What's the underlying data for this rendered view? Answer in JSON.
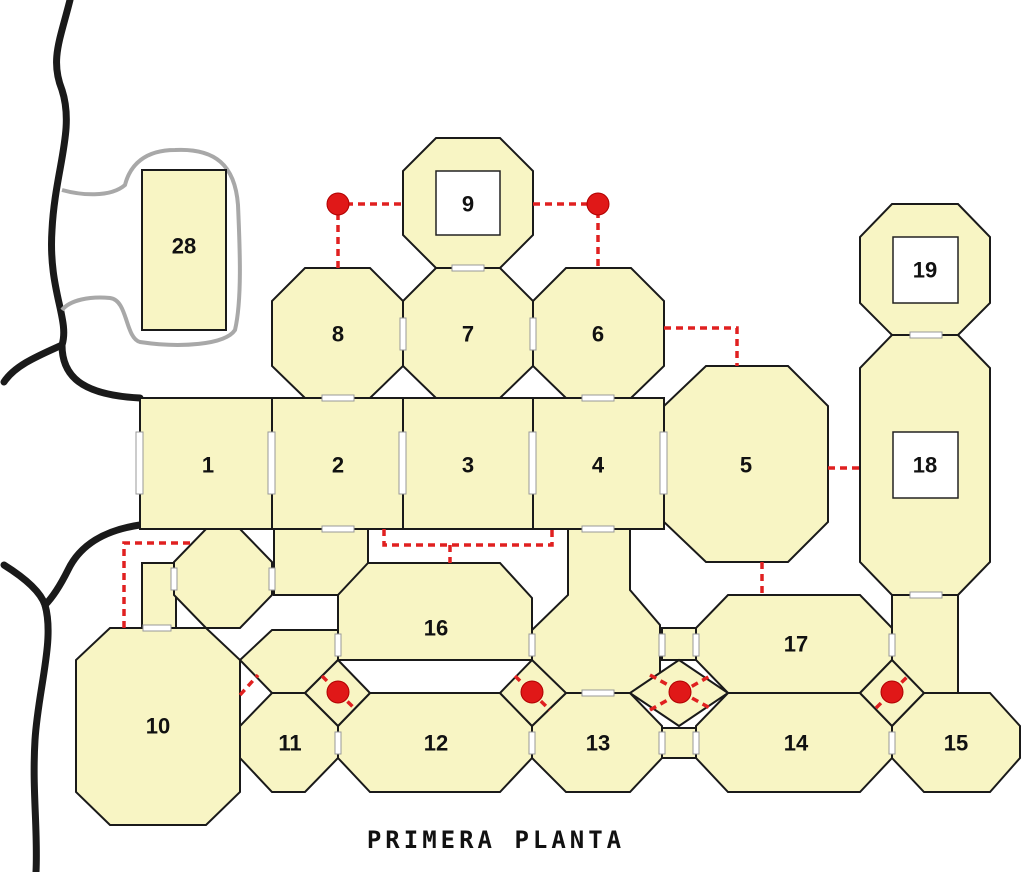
{
  "map": {
    "title": "PRIMERA PLANTA",
    "colors": {
      "room_fill": "#f8f5c4",
      "wall": "#1a1a1a",
      "connection": "#e02020",
      "coastline": "#1a1a1a",
      "trail": "#a8a8a8"
    },
    "room_labels": {
      "r1": "1",
      "r2": "2",
      "r3": "3",
      "r4": "4",
      "r5": "5",
      "r6": "6",
      "r7": "7",
      "r8": "8",
      "r9": "9",
      "r10": "10",
      "r11": "11",
      "r12": "12",
      "r13": "13",
      "r14": "14",
      "r15": "15",
      "r16": "16",
      "r17": "17",
      "r18": "18",
      "r19": "19",
      "r28": "28"
    }
  }
}
